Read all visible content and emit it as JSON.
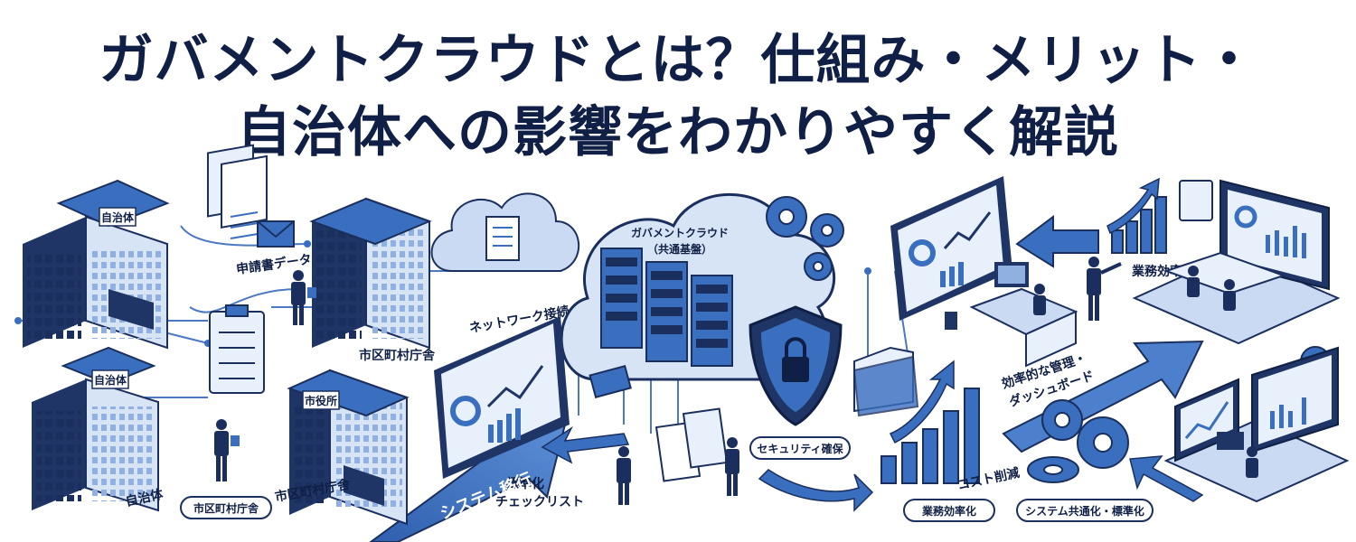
{
  "title": {
    "line1": "ガバメントクラウドとは？仕組み・メリット・",
    "line2": "自治体への影響をわかりやすく解説"
  },
  "labels": {
    "application_data": "申請書データ",
    "city_office_1": "市区町村庁舎",
    "city_office_2": "市区町村庁舎",
    "city_office_3": "市区町村庁舎",
    "municipality": "自治体",
    "network": "ネットワーク接続",
    "cloud_line1": "ガバメントクラウド",
    "cloud_line2": "（共通基盤）",
    "migration": "システム移行",
    "checklist_line1": "標準化",
    "checklist_line2": "チェックリスト",
    "security": "セキュリティ確保",
    "cost": "コスト削減",
    "efficiency_top": "業務効率化",
    "efficiency_bottom": "業務効率化",
    "dashboard_line1": "効率的な管理・",
    "dashboard_line2": "ダッシュボード",
    "standardization": "システム共通化・標準化",
    "sign_top": "自治体",
    "sign_mid": "自治体",
    "sign_right": "市役所"
  },
  "colors": {
    "navy": "#0f1f45",
    "blue": "#3a6fc0",
    "light": "#c9daf2",
    "pale": "#e8f0fb"
  }
}
